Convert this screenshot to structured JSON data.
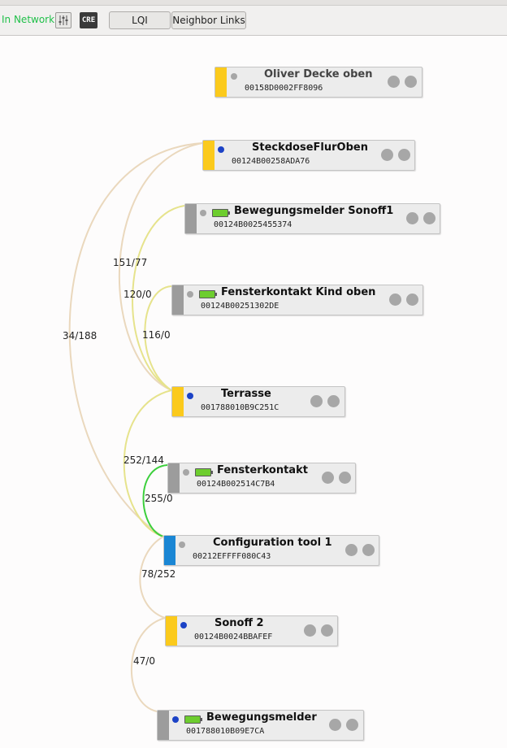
{
  "toolbar": {
    "status_text": "In Network",
    "cre_label": "CRE",
    "lqi_button": "LQI",
    "neighbor_button": "Neighbor Links"
  },
  "colors": {
    "status_text": "#21c04a",
    "router_bar": "#fbca1c",
    "end_device_bar": "#9c9c9c",
    "coordinator_bar": "#1a86d4",
    "link_weak": "#ead8bd",
    "link_medium": "#e6e38c",
    "link_strong": "#3ccf3c",
    "status_online": "#1c43c6",
    "status_offline": "#a6a6a6"
  },
  "nodes": [
    {
      "name": "Oliver Decke oben",
      "address": "00158D0002FF8096",
      "type": "router",
      "status": "offline",
      "battery": false
    },
    {
      "name": "SteckdoseFlurOben",
      "address": "00124B00258ADA76",
      "type": "router",
      "status": "online",
      "battery": false
    },
    {
      "name": "Bewegungsmelder Sonoff1",
      "address": "00124B0025455374",
      "type": "end-device",
      "status": "offline",
      "battery": true
    },
    {
      "name": "Fensterkontakt Kind oben",
      "address": "00124B00251302DE",
      "type": "end-device",
      "status": "offline",
      "battery": true
    },
    {
      "name": "Terrasse",
      "address": "001788010B9C251C",
      "type": "router",
      "status": "online",
      "battery": false
    },
    {
      "name": "Fensterkontakt",
      "address": "00124B002514C7B4",
      "type": "end-device",
      "status": "offline",
      "battery": true
    },
    {
      "name": "Configuration tool 1",
      "address": "00212EFFFF080C43",
      "type": "coordinator",
      "status": "offline",
      "battery": false
    },
    {
      "name": "Sonoff 2",
      "address": "00124B0024BBAFEF",
      "type": "router",
      "status": "online",
      "battery": false
    },
    {
      "name": "Bewegungsmelder",
      "address": "001788010B09E7CA",
      "type": "end-device",
      "status": "online",
      "battery": true
    }
  ],
  "links": [
    {
      "from": "SteckdoseFlurOben",
      "to": "Configuration tool 1",
      "label": "34/188",
      "strength": "weak"
    },
    {
      "from": "SteckdoseFlurOben",
      "to": "Terrasse",
      "label": "151/77",
      "strength": "weak"
    },
    {
      "from": "Bewegungsmelder Sonoff1",
      "to": "Terrasse",
      "label": "120/0",
      "strength": "medium"
    },
    {
      "from": "Fensterkontakt Kind oben",
      "to": "Terrasse",
      "label": "116/0",
      "strength": "medium"
    },
    {
      "from": "Terrasse",
      "to": "Configuration tool 1",
      "label": "252/144",
      "strength": "medium"
    },
    {
      "from": "Fensterkontakt",
      "to": "Configuration tool 1",
      "label": "255/0",
      "strength": "strong"
    },
    {
      "from": "Configuration tool 1",
      "to": "Sonoff 2",
      "label": "78/252",
      "strength": "weak"
    },
    {
      "from": "Sonoff 2",
      "to": "Bewegungsmelder",
      "label": "47/0",
      "strength": "weak"
    }
  ]
}
